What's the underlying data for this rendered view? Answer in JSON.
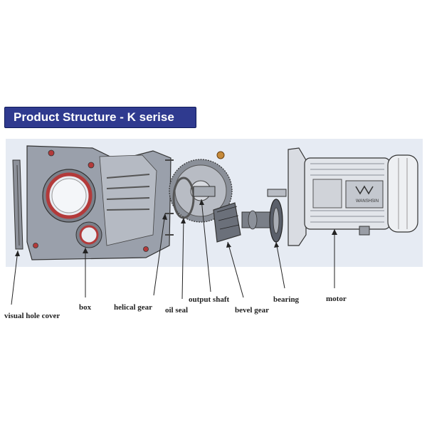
{
  "title": "Product Structure - K serise",
  "brand_plate": "WANSHSIN",
  "labels": {
    "visual_hole_cover": "visual hole cover",
    "box": "box",
    "helical_gear": "helical gear",
    "oil_seal": "oil seal",
    "output_shaft": "output shaft",
    "bevel_gear": "bevel gear",
    "bearing": "bearing",
    "motor": "motor"
  },
  "colors": {
    "banner": "#2f3a8f",
    "panel": "#e6ebf3",
    "seal_red": "#b33a3a",
    "metal_dark": "#5a5f6a",
    "metal_light": "#c9ccd2"
  }
}
